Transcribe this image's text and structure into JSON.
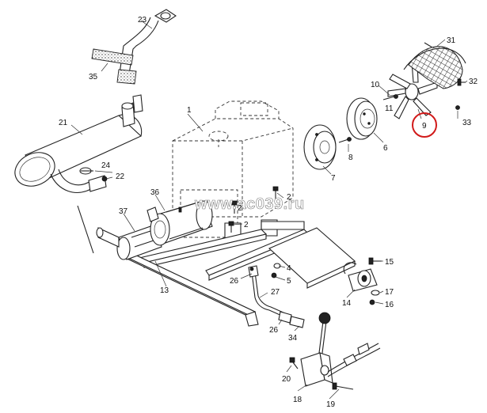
{
  "watermark": "www.ac039.ru",
  "highlight_color": "#d11a1a",
  "parts": {
    "p1": "1",
    "p2a": "2",
    "p2b": "2",
    "p2c": "2",
    "p4": "4",
    "p5": "5",
    "p6": "6",
    "p7": "7",
    "p8": "8",
    "p9": "9",
    "p10": "10",
    "p11": "11",
    "p13": "13",
    "p14": "14",
    "p15": "15",
    "p16": "16",
    "p17": "17",
    "p18": "18",
    "p19": "19",
    "p20": "20",
    "p21": "21",
    "p22": "22",
    "p23": "23",
    "p24": "24",
    "p26a": "26",
    "p26b": "26",
    "p27": "27",
    "p31": "31",
    "p32": "32",
    "p33": "33",
    "p34": "34",
    "p35": "35",
    "p36": "36",
    "p37": "37"
  }
}
